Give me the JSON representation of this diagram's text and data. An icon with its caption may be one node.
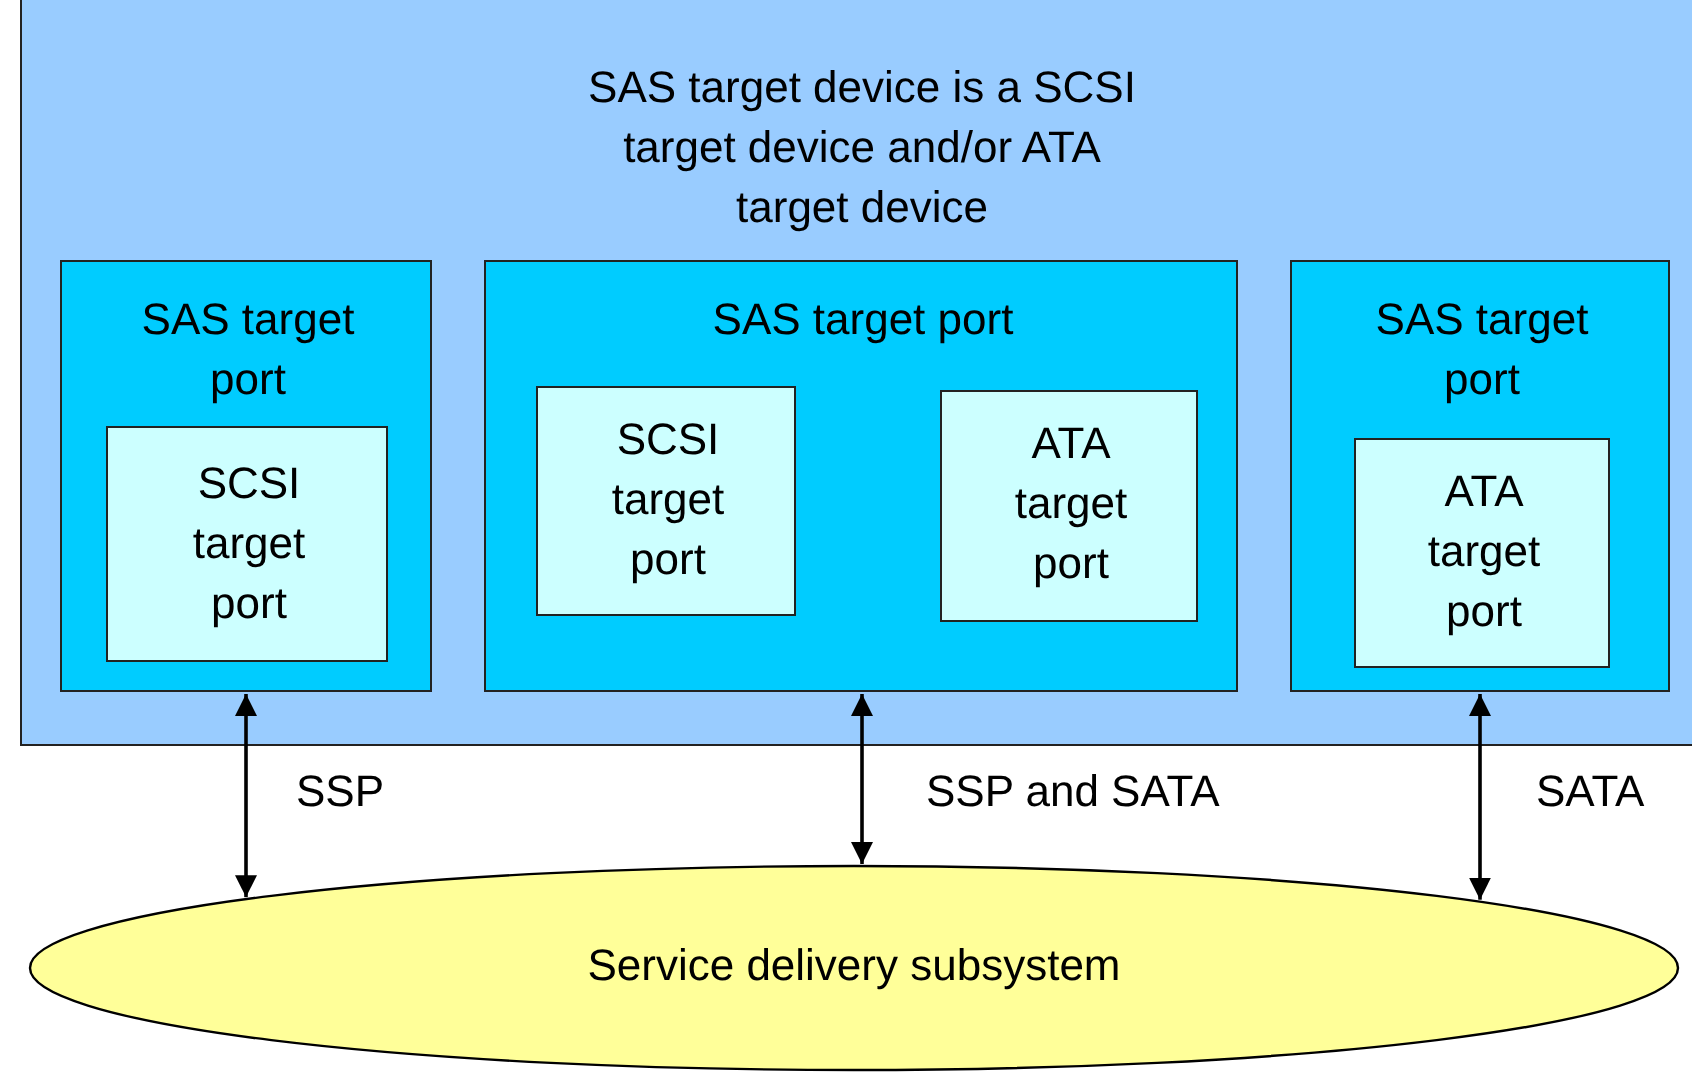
{
  "diagram": {
    "nodes": [
      {
        "text": [
          "SAS target device is a SCSI target device and/or ATA target device"
        ]
      },
      {
        "text": [
          "SAS target port"
        ],
        "in": 0
      },
      {
        "text": [
          "SCSI target port"
        ],
        "in": 1
      },
      {
        "text": [
          "SAS target port"
        ],
        "in": 0
      },
      {
        "text": [
          "SCSI target port"
        ],
        "in": 3
      },
      {
        "text": [
          "ATA target port"
        ],
        "in": 3
      },
      {
        "text": [
          "SAS target port"
        ],
        "in": 0
      },
      {
        "text": [
          "ATA target port"
        ],
        "in": 6
      },
      {
        "text": [
          "Service delivery subsystem"
        ]
      }
    ],
    "edges": [
      {
        "from": 1,
        "to": 8,
        "arrow": "both",
        "label": "SSP"
      },
      {
        "from": 3,
        "to": 8,
        "arrow": "both",
        "label": "SSP and SATA"
      },
      {
        "from": 6,
        "to": 8,
        "arrow": "both",
        "label": "SATA"
      }
    ]
  }
}
